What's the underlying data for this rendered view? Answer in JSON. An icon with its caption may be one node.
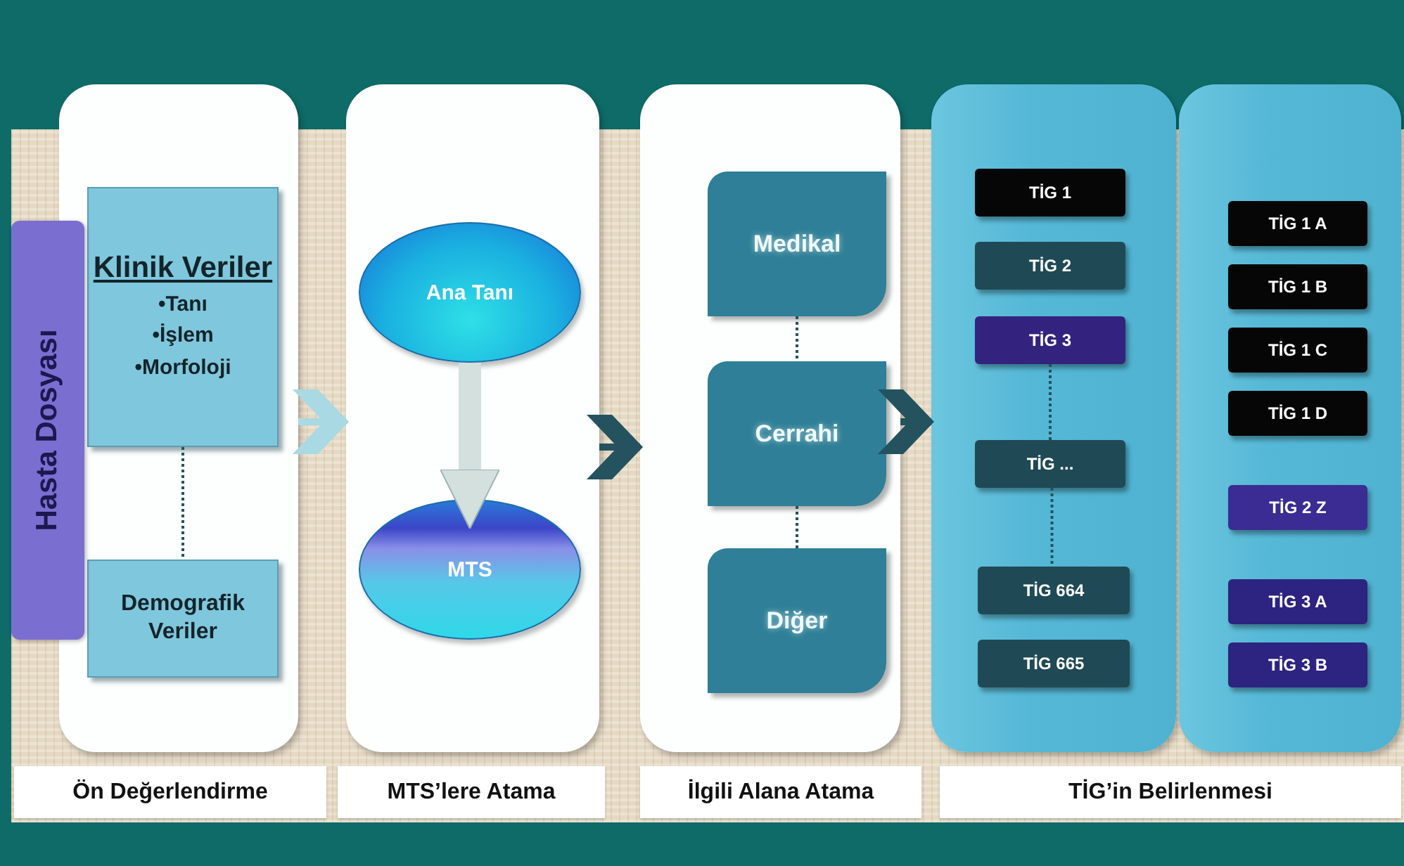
{
  "diagram": {
    "nodes": [
      {
        "text": [],
        "shape": "box"
      },
      {
        "text": [
          "Hasta Dosyası"
        ]
      },
      {
        "text": [
          "Klinik Veriler",
          "•Tanı",
          "•İşlem",
          "•Morfoloji"
        ],
        "in": 0
      },
      {
        "text": [
          "Demografik Veriler"
        ],
        "in": 0
      },
      {
        "text": [],
        "shape": "box"
      },
      {
        "text": [
          "Ana Tanı"
        ],
        "in": 4
      },
      {
        "text": [
          "MTS"
        ],
        "in": 4
      },
      {
        "text": [],
        "shape": "box"
      },
      {
        "text": [
          "Medikal"
        ],
        "in": 7
      },
      {
        "text": [
          "Cerrahi"
        ],
        "in": 7
      },
      {
        "text": [
          "Diğer"
        ],
        "in": 7
      },
      {
        "text": [],
        "shape": "box"
      },
      {
        "text": [
          "TİG 1"
        ],
        "in": 11
      },
      {
        "text": [
          "TİG 2"
        ],
        "in": 11
      },
      {
        "text": [
          "TİG 3"
        ],
        "in": 11
      },
      {
        "text": [
          "TİG ..."
        ],
        "in": 11
      },
      {
        "text": [
          "TİG 664"
        ],
        "in": 11
      },
      {
        "text": [
          "TİG 665"
        ],
        "in": 11
      },
      {
        "text": [],
        "shape": "box"
      },
      {
        "text": [
          "TİG 1 A"
        ],
        "in": 18
      },
      {
        "text": [
          "TİG 1 B"
        ],
        "in": 18
      },
      {
        "text": [
          "TİG 1 C"
        ],
        "in": 18
      },
      {
        "text": [
          "TİG 1 D"
        ],
        "in": 18
      },
      {
        "text": [
          "TİG 2 Z"
        ],
        "in": 18
      },
      {
        "text": [
          "TİG 3 A"
        ],
        "in": 18
      },
      {
        "text": [
          "TİG 3 B"
        ],
        "in": 18
      }
    ],
    "edges": [
      {
        "from": 0,
        "to": 4,
        "arrow": "to",
        "style": "thick",
        "color": "#a9d9e3"
      },
      {
        "from": 4,
        "to": 7,
        "arrow": "to",
        "style": "thick"
      },
      {
        "from": 7,
        "to": 11,
        "arrow": "to",
        "style": "thick"
      },
      {
        "from": 5,
        "to": 6,
        "arrow": "to",
        "style": "thick",
        "color": "#d3e0de"
      },
      {
        "from": 2,
        "to": 3,
        "arrow": "none",
        "style": "dashed"
      },
      {
        "from": 8,
        "to": 9,
        "arrow": "none",
        "style": "dashed"
      },
      {
        "from": 9,
        "to": 10,
        "arrow": "none",
        "style": "dashed"
      },
      {
        "from": 14,
        "to": 15,
        "arrow": "none",
        "style": "dashed"
      },
      {
        "from": 15,
        "to": 16,
        "arrow": "none",
        "style": "dashed"
      }
    ],
    "labels": [
      "Ön Değerlendirme",
      "MTS’lere Atama",
      "İlgili Alana Atama",
      "TİG’in Belirlenmesi"
    ]
  }
}
